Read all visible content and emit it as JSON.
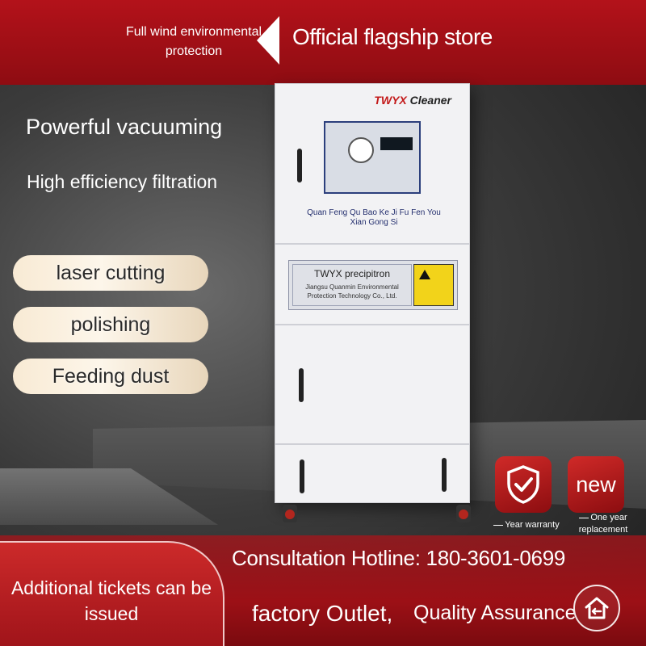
{
  "top_banner": {
    "left_text": "Full wind environmental protection",
    "right_text": "Official flagship store"
  },
  "headings": {
    "vacuuming": "Powerful vacuuming",
    "filtration": "High efficiency filtration"
  },
  "features": [
    "laser cutting",
    "polishing",
    "Feeding dust"
  ],
  "machine": {
    "brand_prefix": "TWYX",
    "brand_suffix": "Cleaner",
    "panel_text": "Quan Feng Qu Bao Ke Ji Fu Fen You Xian Gong Si",
    "plate_title": "TWYX precipitron",
    "plate_sub": "Jiangsu Quanmin Environmental Protection Technology Co., Ltd."
  },
  "badges": {
    "warranty_icon": "shield-check-icon",
    "warranty_caption": "Year warranty",
    "new_label": "new",
    "replacement_caption": "One year replacement"
  },
  "bottom": {
    "tickets": "Additional tickets can be issued",
    "hotline": "Consultation Hotline: 180-3601-0699",
    "outlet": "factory Outlet,",
    "quality": "Quality Assurance",
    "home_icon": "home-icon"
  },
  "colors": {
    "brand_red": "#b3121a",
    "pill_cream": "#f8ead4"
  }
}
